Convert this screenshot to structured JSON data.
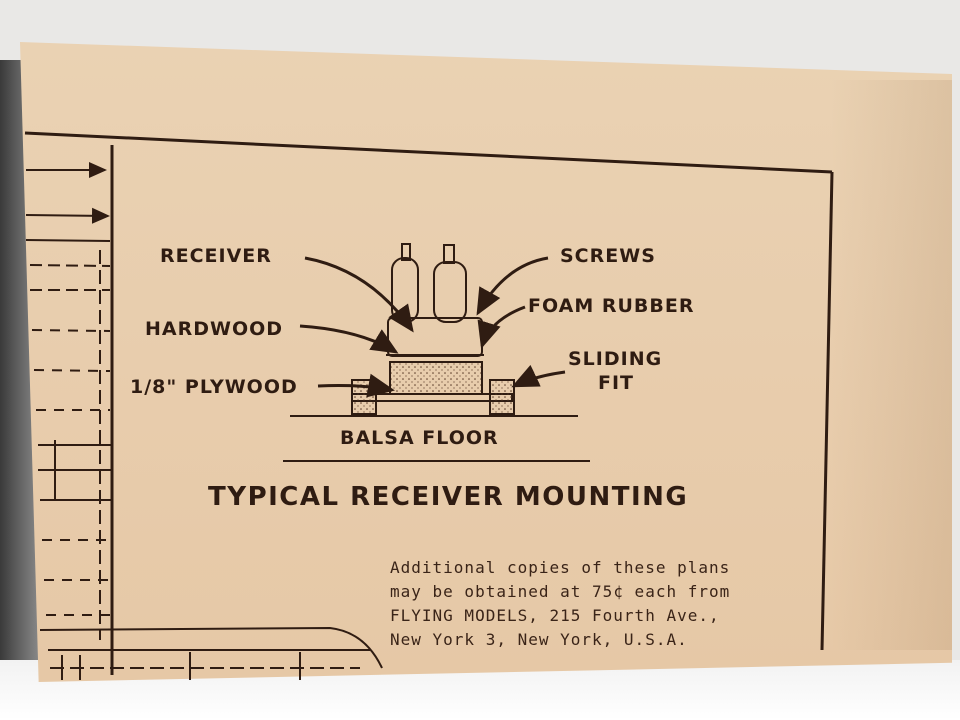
{
  "labels": {
    "receiver": "RECEIVER",
    "screws": "SCREWS",
    "hardwood": "HARDWOOD",
    "foam_rubber": "FOAM RUBBER",
    "sliding": "SLIDING",
    "fit": "FIT",
    "plywood": "1/8\" PLYWOOD",
    "balsa_floor": "BALSA FLOOR"
  },
  "title": "TYPICAL RECEIVER MOUNTING",
  "note_lines": [
    "Additional copies of these plans",
    "may be obtained at 75¢ each from",
    "FLYING MODELS, 215 Fourth Ave.,",
    "New York 3, New York, U.S.A."
  ],
  "colors": {
    "paper": "#e8cdad",
    "ink": "#2f1c12"
  }
}
